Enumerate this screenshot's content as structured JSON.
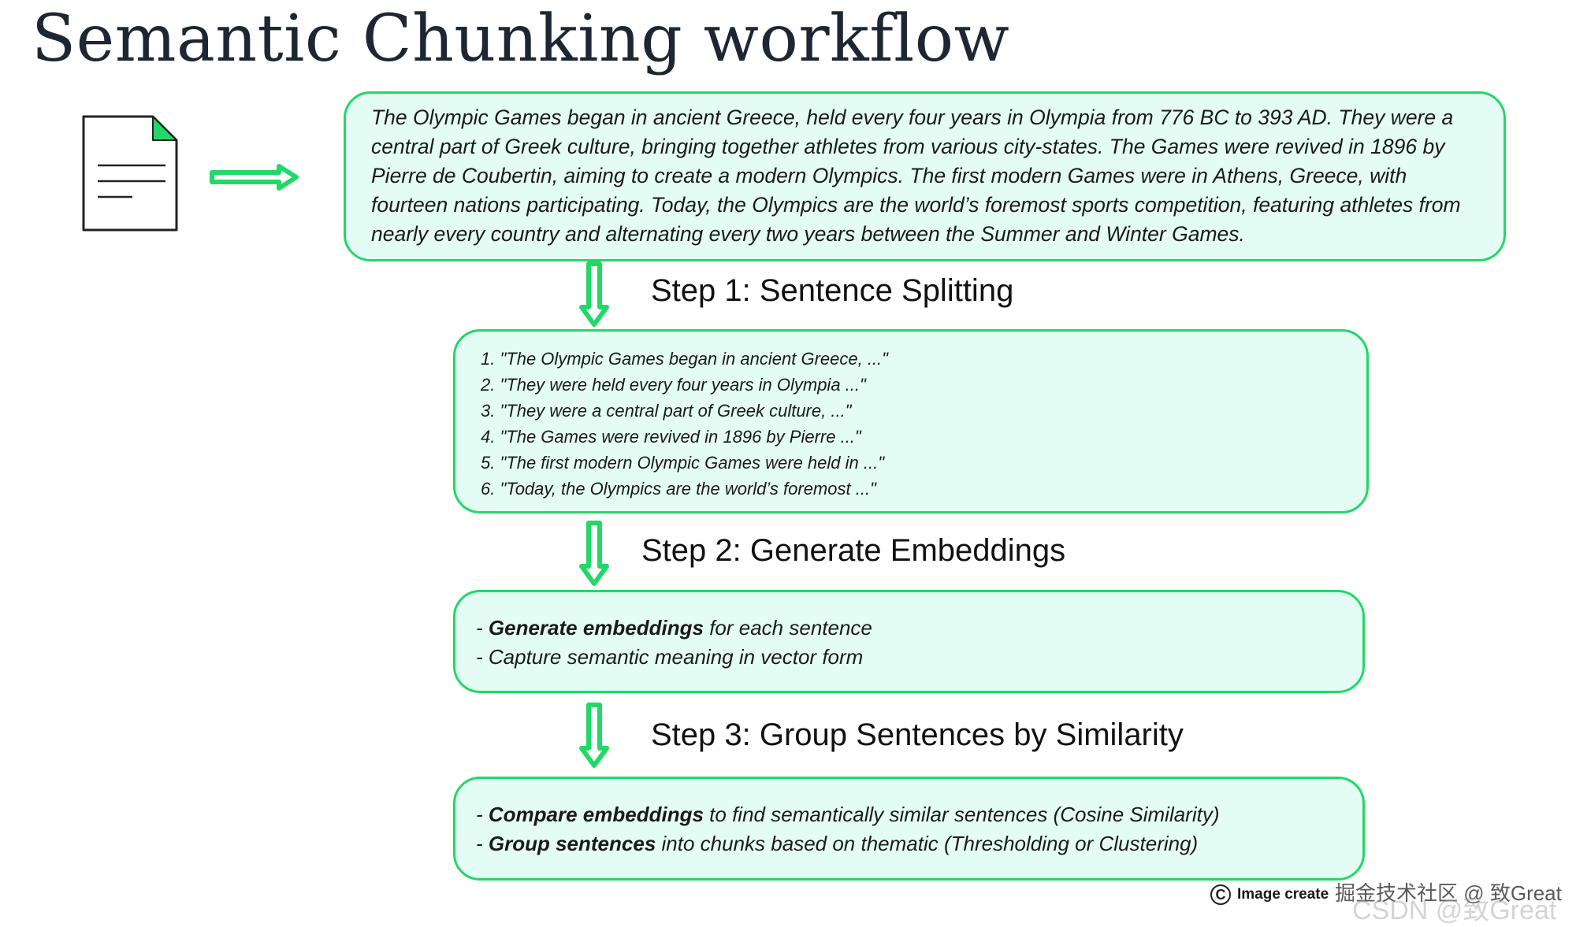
{
  "title": "Semantic Chunking workflow",
  "colors": {
    "accent_green": "#22d867",
    "box_fill": "#e4fdf4",
    "title_color": "#1c2733"
  },
  "icons": {
    "document": "document-icon",
    "right_arrow": "double-right-arrow",
    "down_arrow": "double-down-arrow"
  },
  "input_text": "The Olympic Games began in ancient Greece, held every four years in Olympia from 776 BC to 393 AD. They were a central part of Greek culture, bringing together athletes from various city-states. The Games were revived in 1896 by Pierre de Coubertin, aiming to create a modern Olympics. The first modern Games were in Athens, Greece, with fourteen nations participating. Today, the Olympics are the world’s foremost sports competition, featuring athletes from nearly every country and alternating every two years between the Summer and Winter Games.",
  "steps": [
    {
      "label": "Step 1: Sentence Splitting",
      "sentences": [
        "1. \"The Olympic Games began in ancient Greece, ...\"",
        "2. \"They were held every four years in Olympia ...\"",
        "3. \"They were a central part of Greek culture, ...\"",
        "4. \"The Games were revived in 1896 by Pierre ...\"",
        "5. \"The first modern Olympic Games were held in ...\"",
        "6. \"Today, the Olympics are the world’s foremost ...\""
      ]
    },
    {
      "label": "Step 2: Generate Embeddings",
      "bullets": [
        {
          "prefix": "- ",
          "bold": "Generate embeddings",
          "rest": " for each sentence"
        },
        {
          "prefix": "- ",
          "bold": "",
          "rest": "Capture semantic meaning in vector form"
        }
      ]
    },
    {
      "label": "Step 3: Group Sentences by Similarity",
      "bullets": [
        {
          "prefix": "- ",
          "bold": "Compare embeddings",
          "rest": " to find semantically similar sentences (Cosine Similarity)"
        },
        {
          "prefix": "- ",
          "bold": "Group sentences",
          "rest": " into chunks based on thematic (Thresholding or Clustering)"
        }
      ]
    }
  ],
  "watermark": {
    "symbol": "C",
    "text": "Image create",
    "overlay": "掘金技术社区 @ 致Great",
    "overlay2": "CSDN @致Great"
  }
}
